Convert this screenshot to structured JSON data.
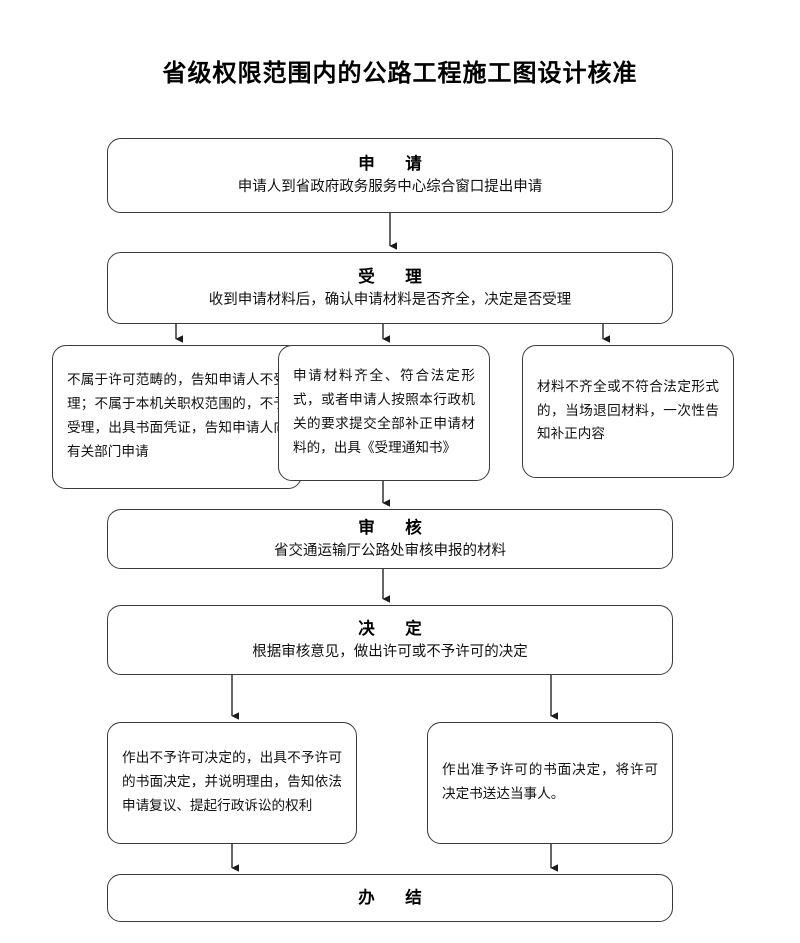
{
  "document": {
    "title": "省级权限范围内的公路工程施工图设计核准",
    "type": "flowchart",
    "language": "zh-CN",
    "background_color": "#ffffff",
    "line_color": "#3a3a3a",
    "text_color": "#111111"
  },
  "nodes": {
    "apply": {
      "id": "apply",
      "heading": "申　请",
      "body": "申请人到省政府政务服务中心综合窗口提出申请",
      "shape": "rounded-rect"
    },
    "accept": {
      "id": "accept",
      "heading": "受　理",
      "body": "收到申请材料后，确认申请材料是否齐全，决定是否受理",
      "shape": "rounded-rect"
    },
    "branch_1": {
      "id": "branch-not-in-scope",
      "body": "不属于许可范畴的，告知申请人不受理；不属于本机关职权范围的，不予受理，出具书面凭证，告知申请人向有关部门申请",
      "shape": "rounded-rect"
    },
    "branch_2": {
      "id": "branch-complete-materials",
      "body": "申请材料齐全、符合法定形式，或者申请人按照本行政机关的要求提交全部补正申请材料的，出具《受理通知书》",
      "shape": "rounded-rect"
    },
    "branch_3": {
      "id": "branch-incomplete-materials",
      "body": "材料不齐全或不符合法定形式的，当场退回材料，一次性告知补正内容",
      "shape": "rounded-rect"
    },
    "review": {
      "id": "review",
      "heading": "审　核",
      "body": "省交通运输厅公路处审核申报的材料",
      "shape": "rounded-rect"
    },
    "decision": {
      "id": "decision",
      "heading": "决　定",
      "body": "根据审核意见，做出许可或不予许可的决定",
      "shape": "rounded-rect"
    },
    "refuse": {
      "id": "outcome-refuse",
      "body": "作出不予许可决定的，出具不予许可的书面决定，并说明理由，告知依法申请复议、提起行政诉讼的权利",
      "shape": "rounded-rect"
    },
    "approve": {
      "id": "outcome-approve",
      "body": "作出准予许可的书面决定，将许可决定书送达当事人。",
      "shape": "rounded-rect"
    },
    "complete": {
      "id": "complete",
      "heading": "办　结",
      "shape": "rounded-rect"
    }
  },
  "edges": [
    {
      "from": "apply",
      "to": "accept",
      "type": "arrow-down"
    },
    {
      "from": "accept",
      "to": "branch_1",
      "type": "arrow-down"
    },
    {
      "from": "accept",
      "to": "branch_2",
      "type": "arrow-down"
    },
    {
      "from": "accept",
      "to": "branch_3",
      "type": "arrow-down"
    },
    {
      "from": "branch_2",
      "to": "review",
      "type": "arrow-down"
    },
    {
      "from": "review",
      "to": "decision",
      "type": "arrow-down"
    },
    {
      "from": "decision",
      "to": "refuse",
      "type": "arrow-down"
    },
    {
      "from": "decision",
      "to": "approve",
      "type": "arrow-down"
    },
    {
      "from": "refuse",
      "to": "complete",
      "type": "arrow-down"
    },
    {
      "from": "approve",
      "to": "complete",
      "type": "arrow-down"
    }
  ]
}
